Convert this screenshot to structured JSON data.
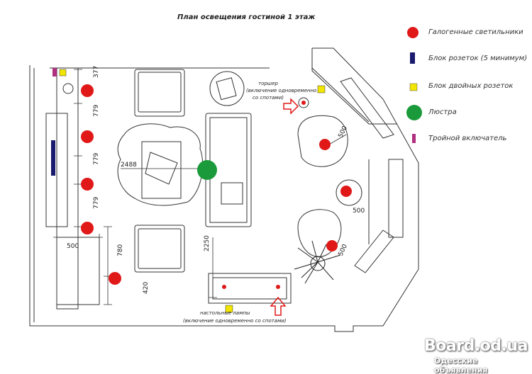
{
  "title": "План освещения гостиной 1 этаж",
  "legend": [
    {
      "symbol": "red-dot",
      "label": "Галогенные светильники",
      "color": "#e01818"
    },
    {
      "symbol": "blue-bar",
      "label": "Блок розеток (5 минимум)",
      "color": "#1a1a6e"
    },
    {
      "symbol": "yellow-square",
      "label": "Блок двойных розеток",
      "color": "#f2e600"
    },
    {
      "symbol": "green-dot",
      "label": "Люстра",
      "color": "#1a9a3a"
    },
    {
      "symbol": "pink-switch",
      "label": "Тройной включатель",
      "color": "#b03080"
    }
  ],
  "annotations": {
    "floor_lamp": [
      "торшер",
      "(включение одновременно",
      "со спотами)"
    ],
    "table_lamps": [
      "настольные лампы",
      "(включение одновременно со спотами)"
    ]
  },
  "dimensions": {
    "d377": "377",
    "d779a": "779",
    "d779b": "779",
    "d779c": "779",
    "d2488": "2488",
    "d500_left": "500",
    "d780": "780",
    "d420": "420",
    "d2250": "2250",
    "d500_top": "500",
    "d500_mid": "500",
    "d500_low": "500"
  },
  "watermark": {
    "site": "Board.od.ua",
    "caption": "Одесские объявления"
  }
}
